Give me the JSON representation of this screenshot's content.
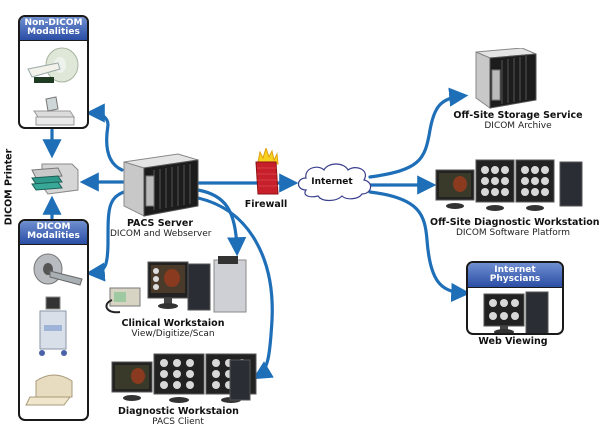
{
  "colors": {
    "connector": "#1e6fb8",
    "panel_header_top": "#6f8fd0",
    "panel_header_bottom": "#2b4ea6",
    "firewall_brick": "#c8202a",
    "firewall_flame": "#f6d21e",
    "cloud_stroke": "#3a3f8f"
  },
  "nodes": {
    "non_dicom_panel": {
      "title_line1": "Non-DICOM",
      "title_line2": "Modalities",
      "devices": [
        "mri-scanner-icon",
        "film-digitizer-icon"
      ]
    },
    "dicom_printer": {
      "label": "DICOM Printer",
      "device": "printer-icon"
    },
    "dicom_panel": {
      "title_line1": "DICOM",
      "title_line2": "Modalities",
      "devices": [
        "ct-scanner-icon",
        "ultrasound-cart-icon",
        "film-printer-icon"
      ]
    },
    "pacs_server": {
      "title": "PACS Server",
      "subtitle": "DICOM and Webserver",
      "device": "server-rack-icon"
    },
    "firewall": {
      "title": "Firewall",
      "device": "firewall-icon"
    },
    "internet": {
      "title": "Internet",
      "device": "cloud-icon"
    },
    "clinical_workstation": {
      "title": "Clinical Workstaion",
      "subtitle": "View/Digitize/Scan"
    },
    "diagnostic_workstation": {
      "title": "Diagnostic Workstaion",
      "subtitle": "PACS Client"
    },
    "offsite_storage": {
      "title": "Off-Site Storage Service",
      "subtitle": "DICOM Archive"
    },
    "offsite_diagnostic": {
      "title": "Off-Site Diagnostic Workstation",
      "subtitle": "DICOM Software Platform"
    },
    "internet_physicians": {
      "panel_title": "Internet Physcians",
      "title": "Web Viewing"
    }
  },
  "edges": [
    {
      "from": "pacs_server",
      "to": "non_dicom_panel"
    },
    {
      "from": "non_dicom_panel",
      "to": "dicom_printer"
    },
    {
      "from": "pacs_server",
      "to": "dicom_printer"
    },
    {
      "from": "dicom_panel",
      "to": "dicom_printer"
    },
    {
      "from": "pacs_server",
      "to": "dicom_panel"
    },
    {
      "from": "pacs_server",
      "to": "firewall"
    },
    {
      "from": "firewall",
      "to": "internet"
    },
    {
      "from": "pacs_server",
      "to": "clinical_workstation"
    },
    {
      "from": "pacs_server",
      "to": "diagnostic_workstation"
    },
    {
      "from": "internet",
      "to": "offsite_storage"
    },
    {
      "from": "internet",
      "to": "offsite_diagnostic"
    },
    {
      "from": "internet",
      "to": "internet_physicians"
    }
  ]
}
